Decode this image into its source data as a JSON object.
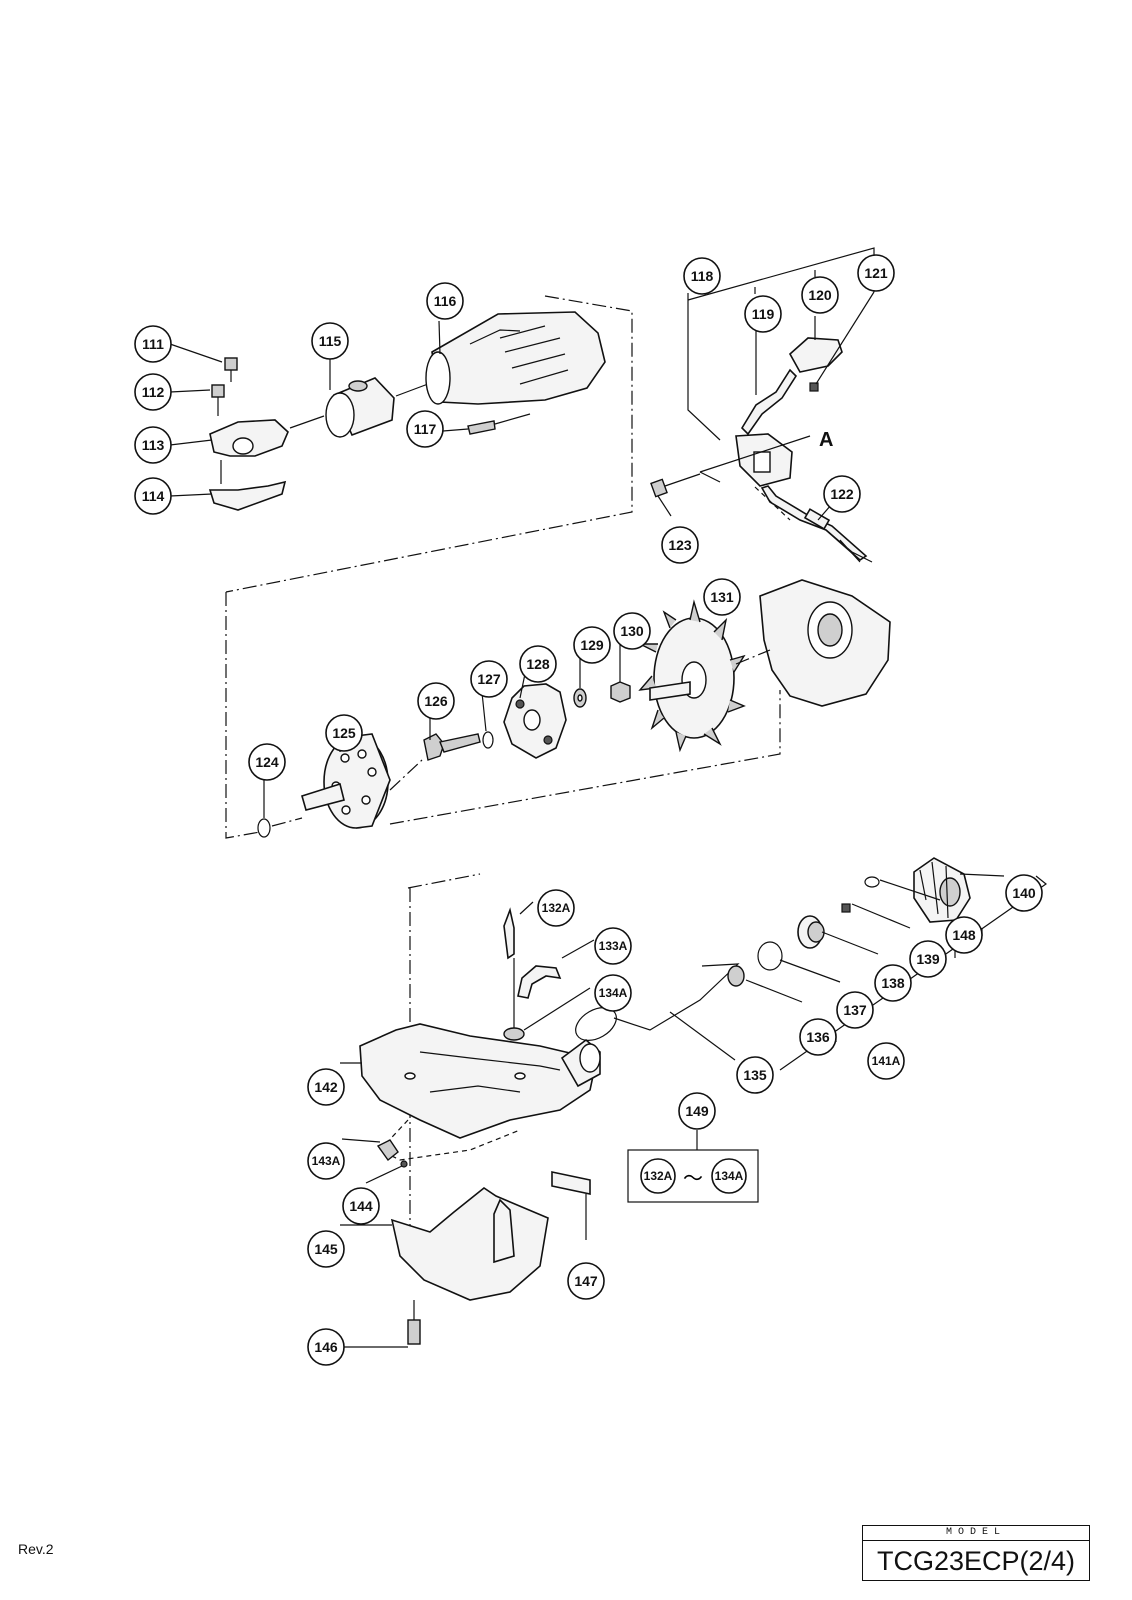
{
  "parts": {
    "111": "111",
    "112": "112",
    "113": "113",
    "114": "114",
    "115": "115",
    "116": "116",
    "117": "117",
    "118": "118",
    "119": "119",
    "120": "120",
    "121": "121",
    "122": "122",
    "123": "123",
    "124": "124",
    "125": "125",
    "126": "126",
    "127": "127",
    "128": "128",
    "129": "129",
    "130": "130",
    "131": "131",
    "132A": "132A",
    "133A": "133A",
    "134A": "134A",
    "135": "135",
    "136": "136",
    "137": "137",
    "138": "138",
    "139": "139",
    "140": "140",
    "141A": "141A",
    "142": "142",
    "143A": "143A",
    "144": "144",
    "145": "145",
    "146": "146",
    "147": "147",
    "148": "148",
    "149": "149"
  },
  "kit_box": {
    "from": "132A",
    "tilde": "～",
    "to": "134A"
  },
  "detail_label": "A",
  "footer": {
    "revision": "Rev.2",
    "model_label": "MODEL",
    "model_name": "TCG23ECP(2/4)"
  }
}
